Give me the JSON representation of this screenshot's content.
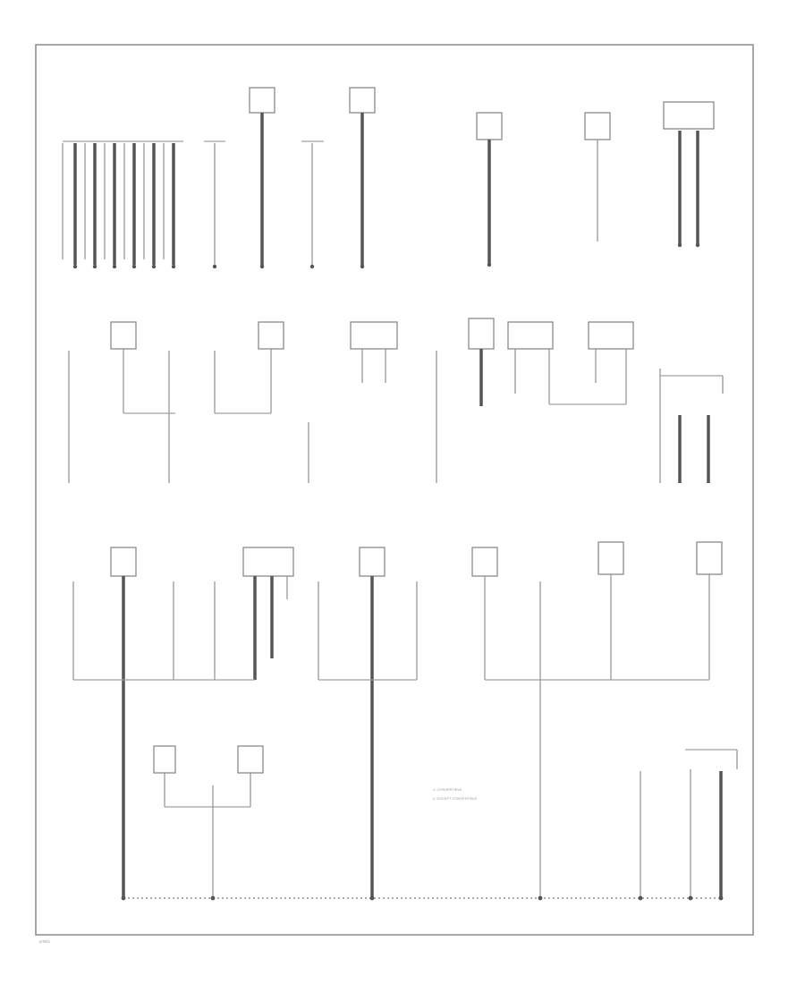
{
  "sheet_id": "G7571",
  "legend": {
    "line1": "1: CONVERTIBLE",
    "line2": "2: EXCEPT CONVERTIBLE"
  }
}
